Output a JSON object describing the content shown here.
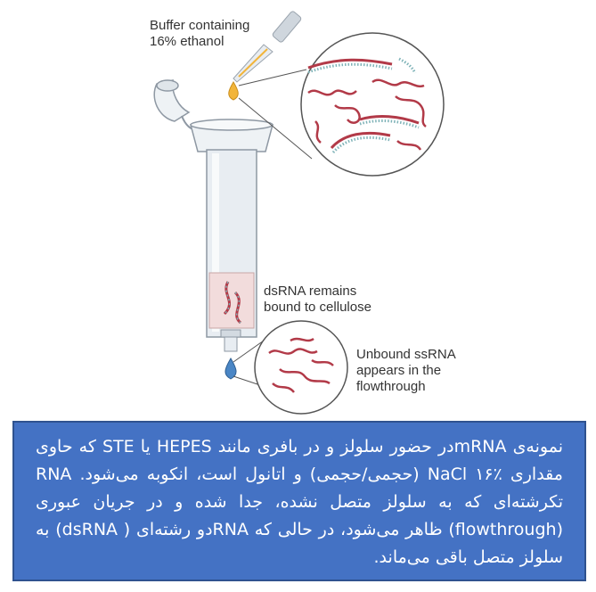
{
  "labels": {
    "buffer": "Buffer containing\n16% ethanol",
    "dsrna": "dsRNA remains\nbound to cellulose",
    "ssrna": "Unbound ssRNA\nappears in the\nflowthrough"
  },
  "caption": {
    "text": "نمونه‌ی mRNAدر حضور سلولز و در بافری مانند HEPES یا STE که حاوی مقداری NaCl ۱۶٪ (حجمی/حجمی) و اتانول است، انکوبه می‌شود. RNA تکرشته‌ای که به سلولز متصل نشده، جدا شده و در جریان عبوری (flowthrough) ظاهر می‌شود، در حالی که RNAدو رشته‌ای ( dsRNA) به سلولز متصل باقی می‌ماند."
  },
  "colors": {
    "caption_bg": "#4472c4",
    "caption_border": "#2f528f",
    "rna_red": "#b23a48",
    "rna_teal": "#7fb3b8",
    "droplet_yellow": "#f2b53a",
    "droplet_blue": "#4a86c5",
    "column_blue": "#dbe4ee"
  }
}
